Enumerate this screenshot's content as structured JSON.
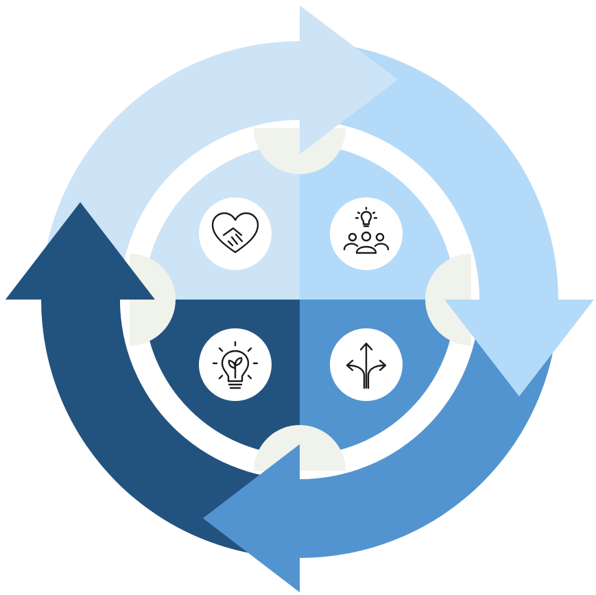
{
  "colors": {
    "background": "#ffffff",
    "light_blue": "#cde3f6",
    "sky_blue": "#b3daf9",
    "mid_blue": "#5294d0",
    "dark_blue": "#22537f",
    "notch_gray": "#f0f2ec",
    "icon_circle": "#ffffff",
    "icon_stroke": "#1a1a1a"
  },
  "cycle": {
    "arrows": [
      {
        "id": "top",
        "color": "light_blue"
      },
      {
        "id": "right",
        "color": "sky_blue"
      },
      {
        "id": "bottom",
        "color": "mid_blue"
      },
      {
        "id": "left",
        "color": "dark_blue"
      }
    ],
    "quadrants": [
      {
        "position": "top-left",
        "color": "light_blue",
        "icon": "heart-handshake-icon"
      },
      {
        "position": "top-right",
        "color": "sky_blue",
        "icon": "team-idea-icon"
      },
      {
        "position": "bottom-right",
        "color": "mid_blue",
        "icon": "split-arrows-icon"
      },
      {
        "position": "bottom-left",
        "color": "dark_blue",
        "icon": "lightbulb-plant-icon"
      }
    ]
  }
}
